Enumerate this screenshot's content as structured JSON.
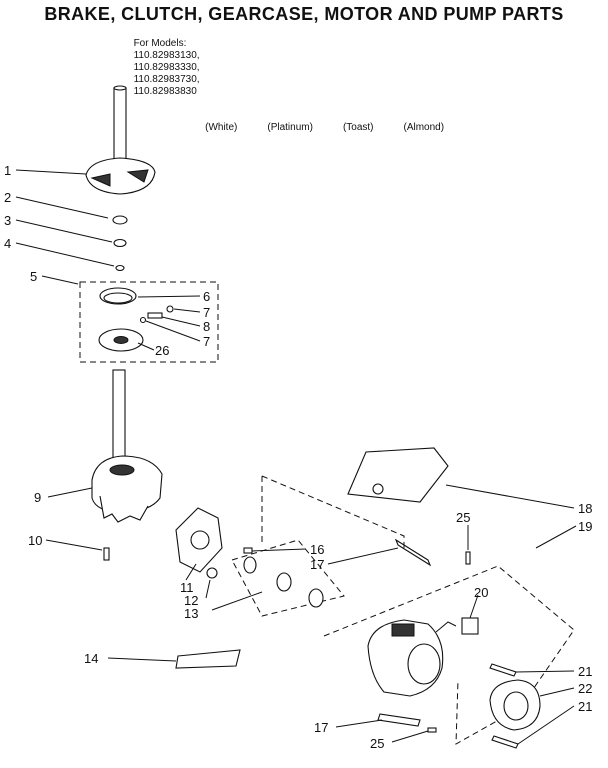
{
  "title": "BRAKE, CLUTCH, GEARCASE, MOTOR AND PUMP PARTS",
  "models": {
    "prefix": "For Models:",
    "numbers": [
      "110.82983130,",
      "110.82983330,",
      "110.82983730,",
      "110.82983830"
    ],
    "colors": [
      "(White)",
      "(Platinum)",
      "(Toast)",
      "(Almond)"
    ]
  },
  "callouts": [
    "1",
    "2",
    "3",
    "4",
    "5",
    "6",
    "7",
    "8",
    "7",
    "26",
    "9",
    "10",
    "11",
    "12",
    "13",
    "14",
    "16",
    "17",
    "25",
    "18",
    "19",
    "20",
    "21",
    "22",
    "21",
    "17",
    "25"
  ]
}
